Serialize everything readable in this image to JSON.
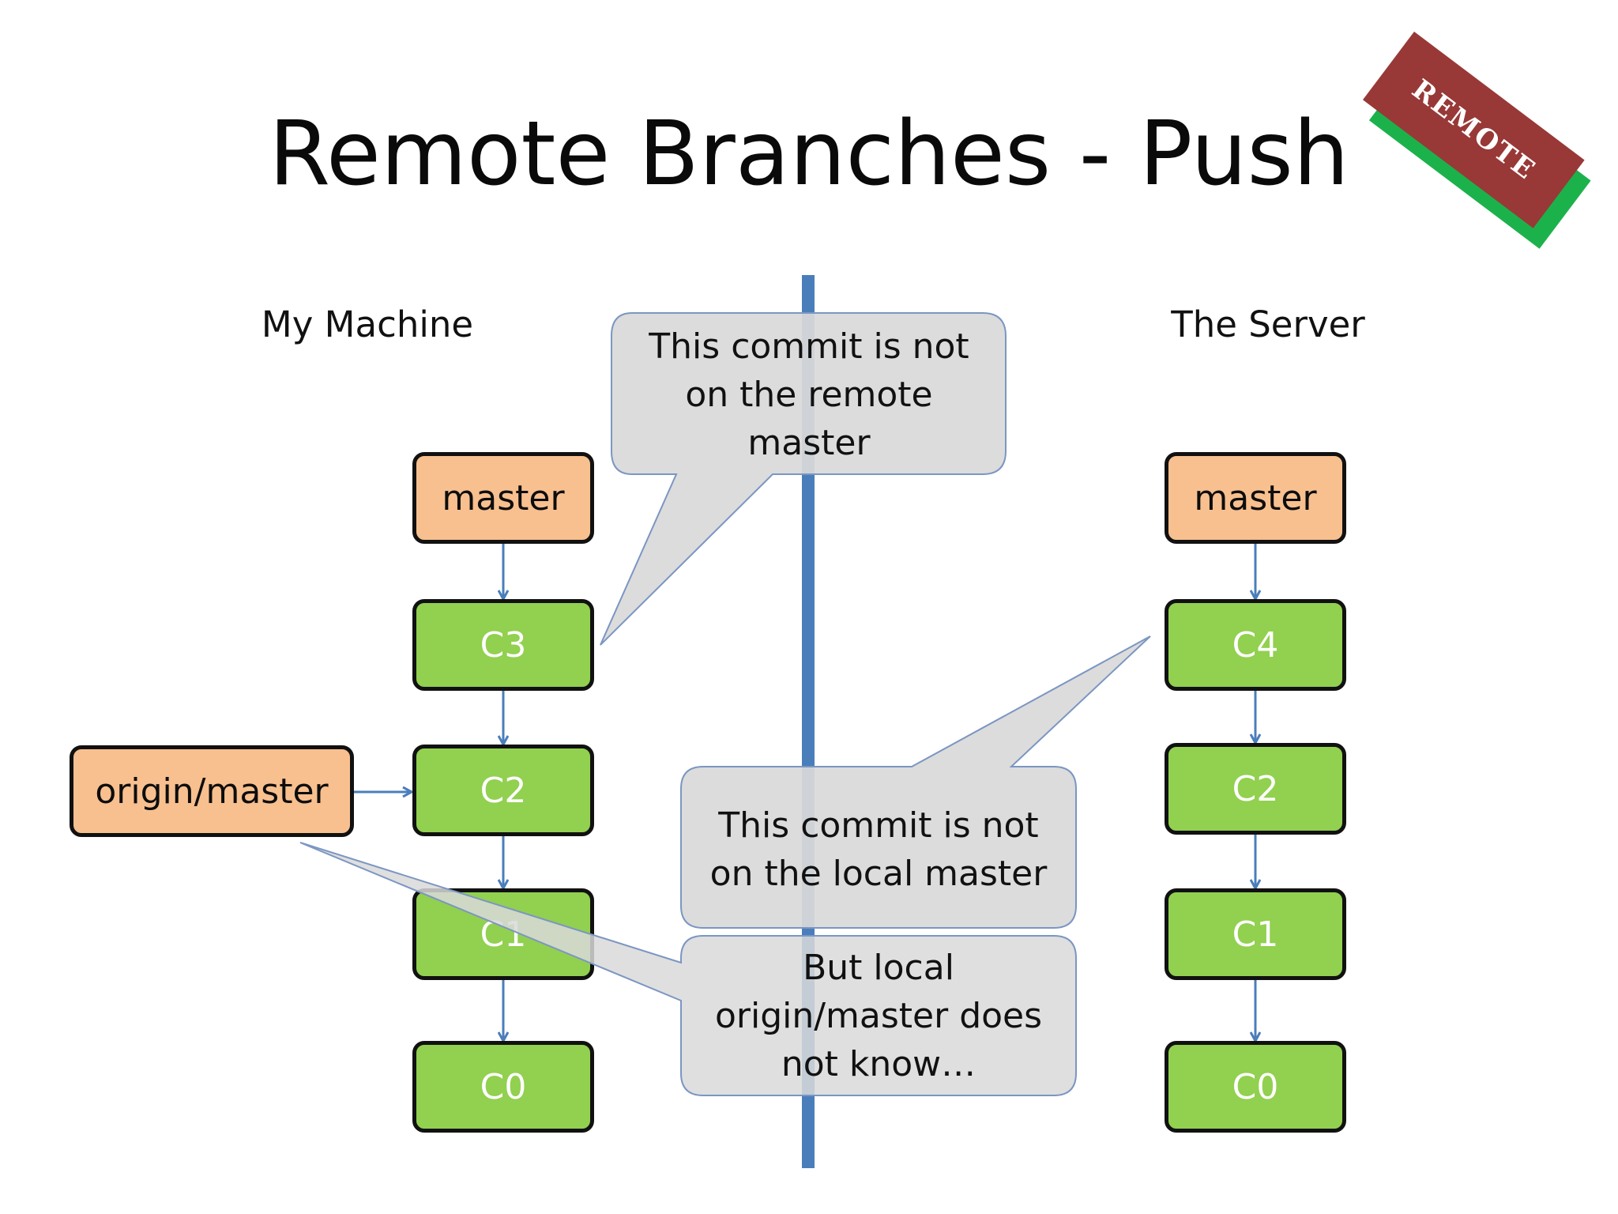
{
  "title": "Remote Branches - Push",
  "stamp": {
    "text": "REMOTE"
  },
  "labels": {
    "left": "My Machine",
    "right": "The Server"
  },
  "local": {
    "master": "master",
    "origin_master": "origin/master",
    "commits": [
      "C3",
      "C2",
      "C1",
      "C0"
    ]
  },
  "server": {
    "master": "master",
    "commits": [
      "C4",
      "C2",
      "C1",
      "C0"
    ]
  },
  "callouts": {
    "top": "This commit is not on the remote master",
    "top_lines": [
      "This commit is not",
      "on the remote",
      "master"
    ],
    "middle": "This commit is not on the local master",
    "middle_lines": [
      "This commit is not",
      "on the local master"
    ],
    "bottom": "But local origin/master does not know…",
    "bottom_lines": [
      "But local",
      "origin/master does",
      "not know…"
    ]
  },
  "colors": {
    "branch_fill": "#f8c08f",
    "commit_fill": "#92d050",
    "divider": "#4a7ebb",
    "callout_fill": "#d9d9d9",
    "callout_border": "#7b96c2",
    "arrow": "#4a7ebb",
    "stamp_red": "#983937",
    "stamp_green": "#1cb24b"
  }
}
